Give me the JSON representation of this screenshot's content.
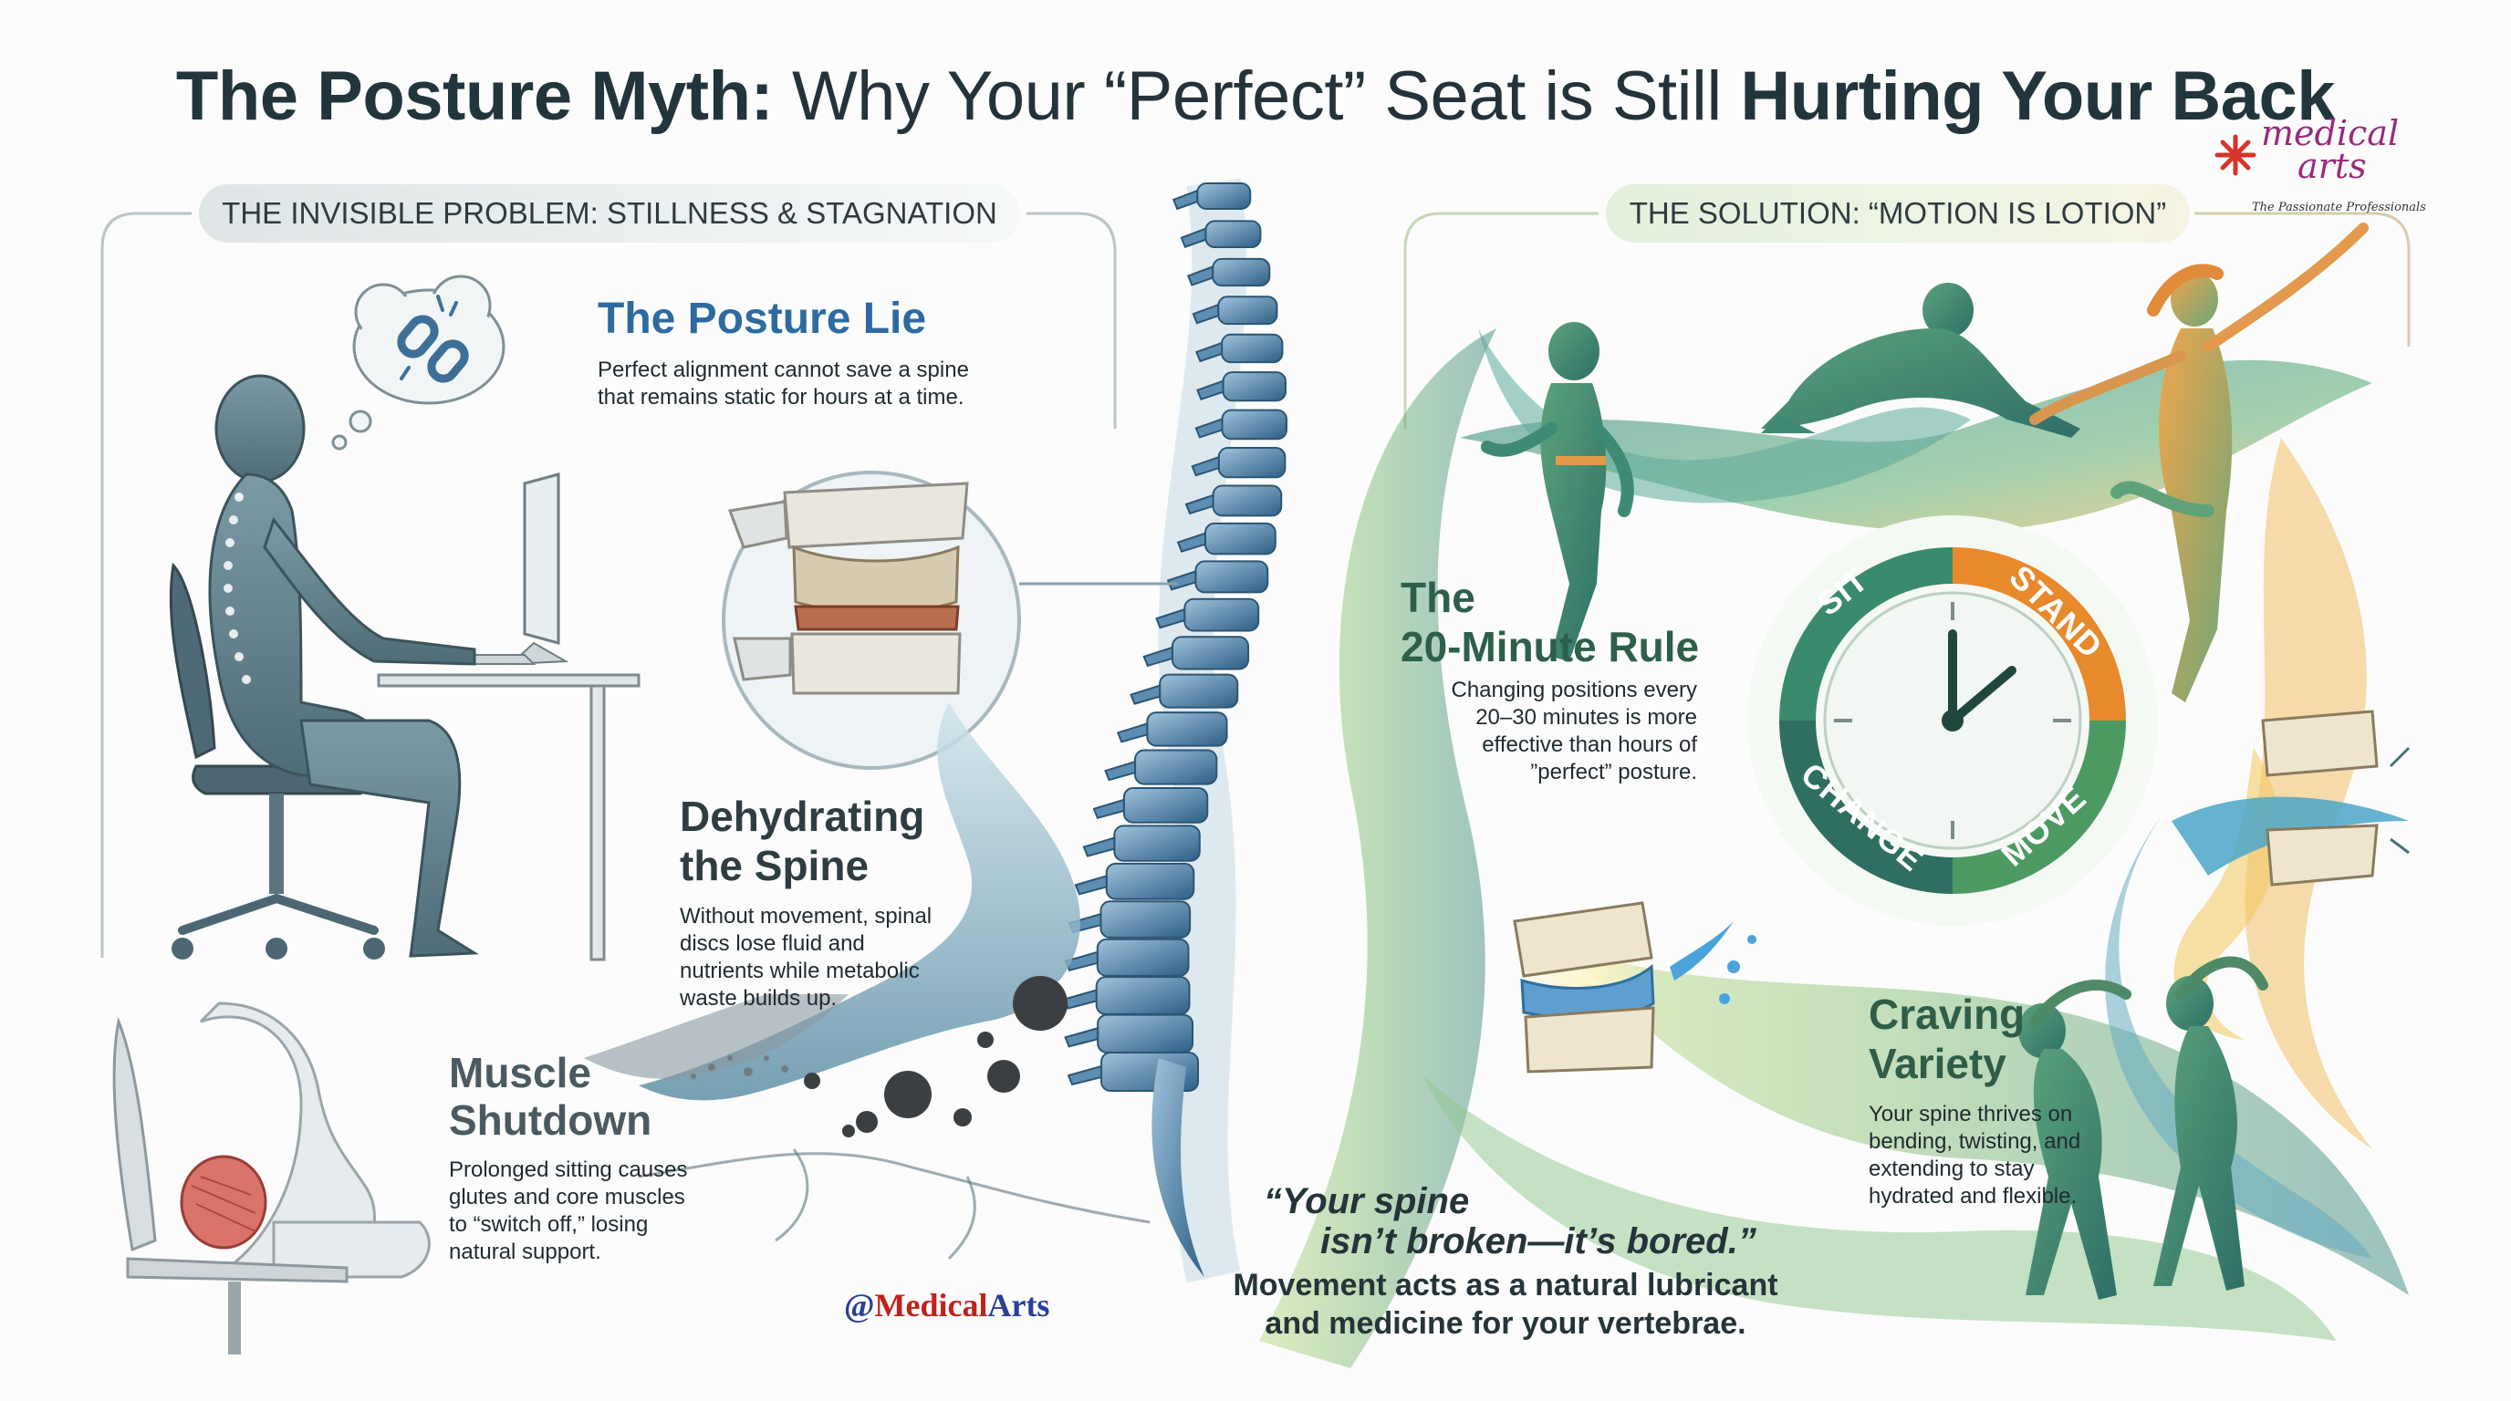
{
  "title": {
    "part1_bold": "The Posture Myth:",
    "part2": " Why Your “Perfect” Seat is Still ",
    "part3_bold": "Hurting Your Back"
  },
  "logo": {
    "line1": "medical",
    "line2": "arts",
    "tagline": "The Passionate Professionals"
  },
  "left_section": {
    "label": "THE INVISIBLE PROBLEM: STILLNESS & STAGNATION",
    "posture_lie": {
      "heading": "The Posture Lie",
      "body_line1": "Perfect alignment cannot save a spine",
      "body_line2": "that remains static for hours at a time."
    },
    "dehydrating": {
      "heading_line1": "Dehydrating",
      "heading_line2": "the Spine",
      "body_line1": "Without movement, spinal",
      "body_line2": "discs lose fluid and",
      "body_line3": "nutrients while metabolic",
      "body_line4": "waste builds up."
    },
    "muscle": {
      "heading_line1": "Muscle",
      "heading_line2": "Shutdown",
      "body_line1": "Prolonged sitting causes",
      "body_line2": "glutes and core muscles",
      "body_line3": "to “switch off,” losing",
      "body_line4": "natural support."
    },
    "handle": {
      "at": "@",
      "medical": "Medical",
      "arts": "Arts"
    }
  },
  "right_section": {
    "label": "THE SOLUTION: “MOTION IS LOTION”",
    "rule": {
      "heading_line1": "The",
      "heading_line2": "20-Minute Rule",
      "body_line1": "Changing positions every",
      "body_line2": "20–30 minutes is more",
      "body_line3": "effective than hours of",
      "body_line4": "”perfect” posture."
    },
    "clock": {
      "sit": "SIT",
      "stand": "STAND",
      "move": "MOVE",
      "change": "CHANGE"
    },
    "variety": {
      "heading_line1": "Craving",
      "heading_line2": "Variety",
      "body_line1": "Your spine thrives on",
      "body_line2": "bending, twisting, and",
      "body_line3": "extending to stay",
      "body_line4": "hydrated and flexible."
    }
  },
  "quote": {
    "line1": "“Your spine",
    "line2": "isn’t broken—it’s bored.”",
    "sub_line1": "Movement acts as a natural lubricant",
    "sub_line2": "and medicine for your vertebrae."
  },
  "colors": {
    "spine_blue": "#3f6f96",
    "heading_blue": "#2d6aa1",
    "solution_green": "#4f9a6a",
    "accent_orange": "#e98a2e",
    "logo_magenta": "#9a2a7a",
    "logo_red": "#d8342a"
  },
  "icons": [
    "broken-chain-icon",
    "thought-bubble-icon",
    "clock-icon",
    "water-splash-icon"
  ]
}
